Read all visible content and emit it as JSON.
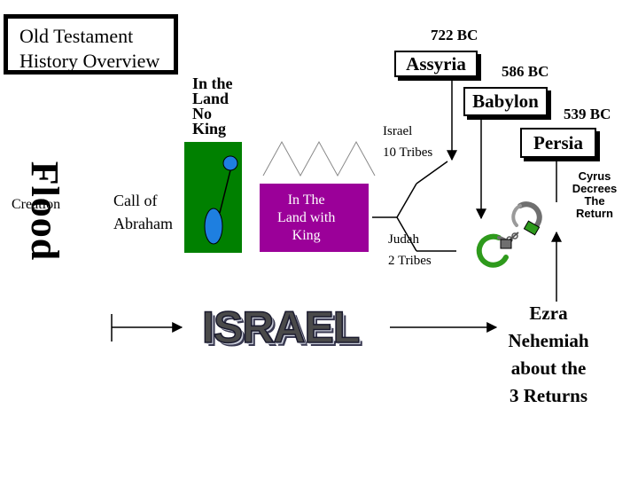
{
  "title": {
    "line1": "Old Testament",
    "line2": "History Overview"
  },
  "flood": "Flood",
  "creation": "Creation",
  "call_of_abraham": {
    "line1": "Call of",
    "line2": "Abraham"
  },
  "in_the_land_no_king": [
    "In the",
    "Land",
    "No",
    "King"
  ],
  "in_the_land_with_king": [
    "In The",
    "Land with",
    "King"
  ],
  "israel_word": "ISRAEL",
  "bc_722": "722 BC",
  "assyria": "Assyria",
  "bc_586": "586 BC",
  "babylon": "Babylon",
  "bc_539": "539 BC",
  "persia": "Persia",
  "israel_tribes": {
    "line1": "Israel",
    "line2": "10 Tribes"
  },
  "judah_tribes": {
    "line1": "Judah",
    "line2": "2 Tribes"
  },
  "cyrus_decree": [
    "Cyrus",
    "Decrees",
    "The",
    "Return"
  ],
  "returns": [
    "Ezra",
    "Nehemiah",
    "about the",
    "3 Returns"
  ],
  "colors": {
    "no_king_panel": "#008000",
    "figure_blue": "#1e7fe0",
    "kingdom_box": "#9b0099",
    "shackle_green": "#2e9a1c",
    "shackle_gray": "#6f6f6f"
  },
  "icons": [
    "stick-figure-icon",
    "shackles-icon"
  ]
}
